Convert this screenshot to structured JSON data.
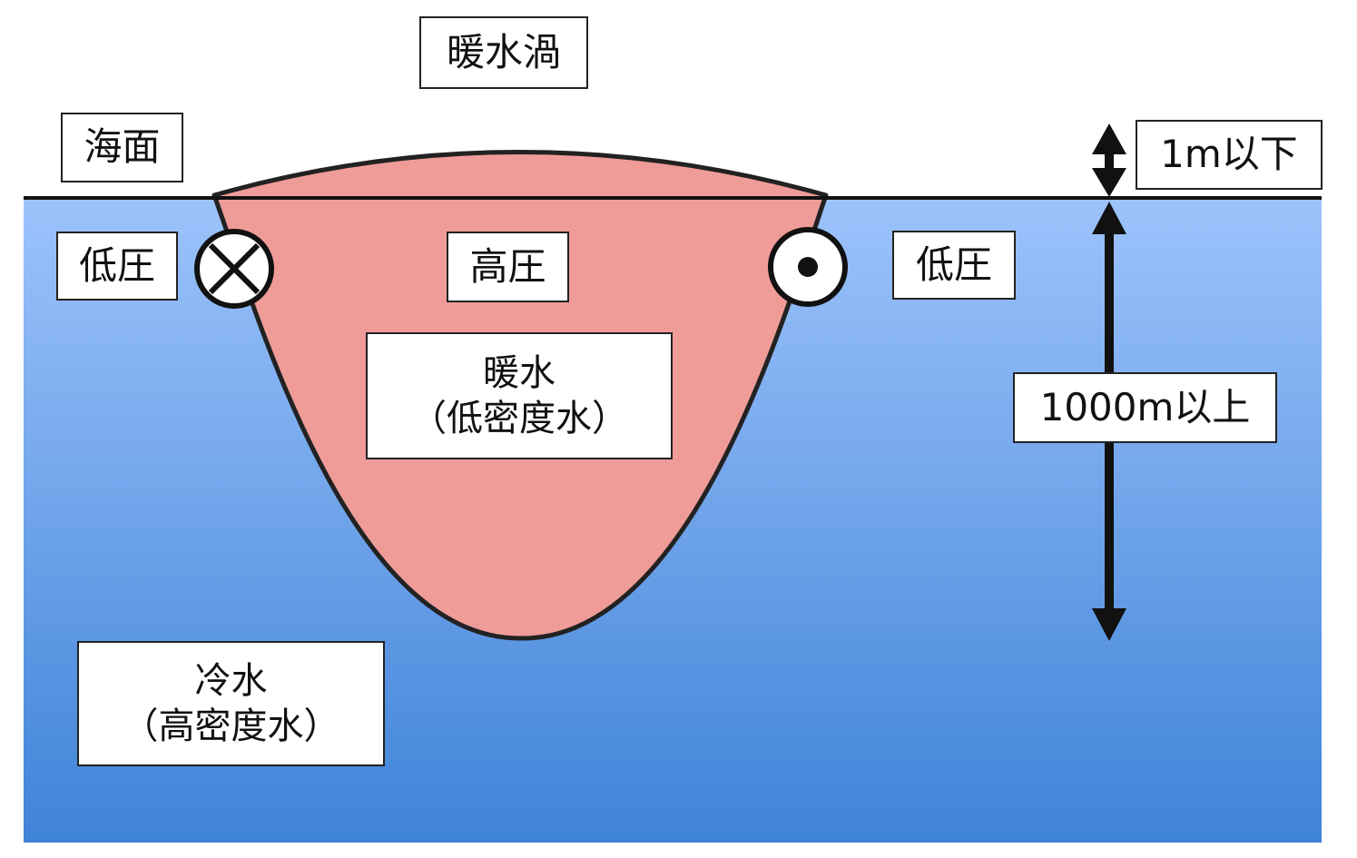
{
  "title": "暖水渦",
  "labels": {
    "sea_surface": "海面",
    "low_pressure_left": "低圧",
    "high_pressure": "高圧",
    "low_pressure_right": "低圧",
    "surface_height": "1m以下",
    "depth": "1000m以上"
  },
  "warm_water": {
    "name": "暖水",
    "density": "（低密度水）"
  },
  "cold_water": {
    "name": "冷水",
    "density": "（高密度水）"
  },
  "colors": {
    "ocean_top": "#9dc3fb",
    "ocean_bottom": "#3f83d8",
    "warm_eddy": "#ef9c98",
    "outline": "#222222"
  },
  "icons": {
    "left_flow": "flow-into-page-icon",
    "right_flow": "flow-out-of-page-icon"
  }
}
